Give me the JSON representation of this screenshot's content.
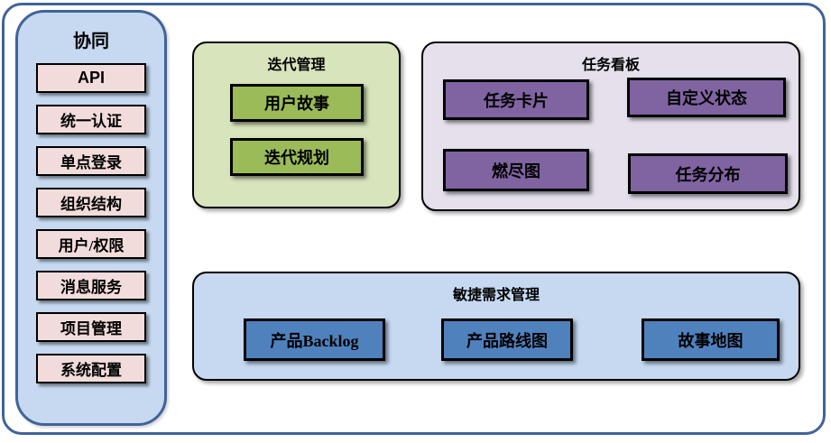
{
  "diagram": {
    "type": "feature-architecture-diagram",
    "colors": {
      "frame_border": "#41639a",
      "sidebar_bg": "#c6d9f1",
      "sidebar_item_bg": "#f2dcdb",
      "iteration_bg": "#d8e4bc",
      "iteration_item_bg": "#9bbb59",
      "kanban_bg": "#e5e0ec",
      "kanban_item_bg": "#8064a2",
      "agile_bg": "#c6d9f1",
      "agile_item_bg": "#4f81bd",
      "box_border": "#000000",
      "text": "#000000"
    }
  },
  "sidebar": {
    "title": "协同",
    "items": [
      {
        "label": "API"
      },
      {
        "label": "统一认证"
      },
      {
        "label": "单点登录"
      },
      {
        "label": "组织结构"
      },
      {
        "label": "用户/权限"
      },
      {
        "label": "消息服务"
      },
      {
        "label": "项目管理"
      },
      {
        "label": "系统配置"
      }
    ]
  },
  "sections": {
    "iteration": {
      "title": "迭代管理",
      "items": [
        {
          "label": "用户故事"
        },
        {
          "label": "迭代规划"
        }
      ]
    },
    "kanban": {
      "title": "任务看板",
      "items": [
        {
          "label": "任务卡片"
        },
        {
          "label": "自定义状态"
        },
        {
          "label": "燃尽图"
        },
        {
          "label": "任务分布"
        }
      ]
    },
    "agile": {
      "title": "敏捷需求管理",
      "items": [
        {
          "label": "产品Backlog"
        },
        {
          "label": "产品路线图"
        },
        {
          "label": "故事地图"
        }
      ]
    }
  }
}
